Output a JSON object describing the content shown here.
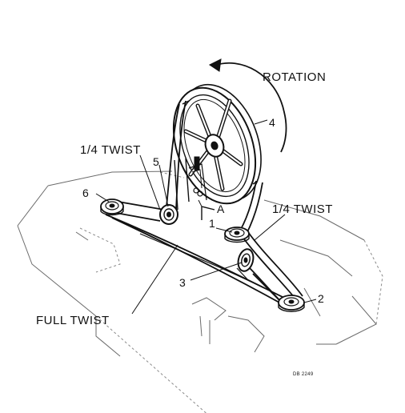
{
  "labels": {
    "rotation": "ROTATION",
    "quarter_twist_left": "1/4 TWIST",
    "quarter_twist_right": "1/4 TWIST",
    "full_twist": "FULL TWIST",
    "point_a": "A",
    "callout_1": "1",
    "callout_2": "2",
    "callout_3": "3",
    "callout_4": "4",
    "callout_5": "5",
    "callout_6": "6",
    "drawing_number": "DB 2249"
  }
}
